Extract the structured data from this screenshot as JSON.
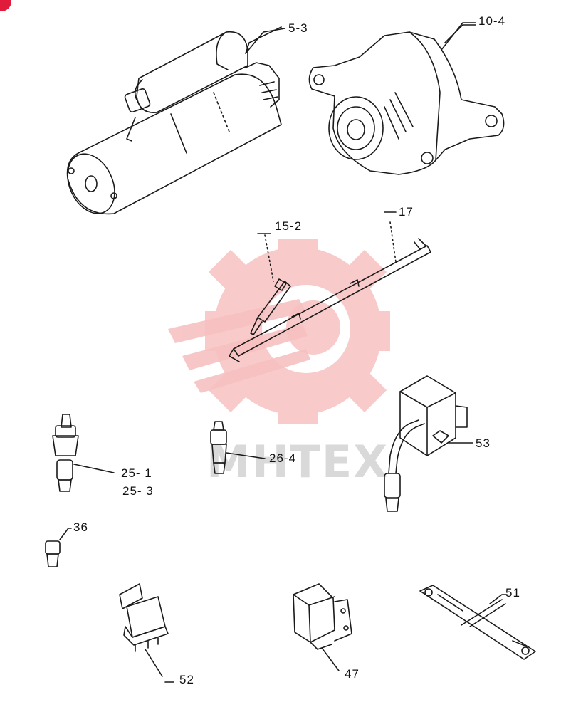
{
  "labels": {
    "p5_3": "5-3",
    "p10_4": "10-4",
    "p15_2": "15-2",
    "p17": "17",
    "p25_1": "25- 1",
    "p25_3": "25- 3",
    "p26_4": "26-4",
    "p36": "36",
    "p47": "47",
    "p51": "51",
    "p52": "52",
    "p53": "53"
  },
  "watermark": {
    "text": "MHTEX",
    "color": "#f5b8b8"
  },
  "colors": {
    "line": "#1a1a1a",
    "badge": "#e01b3c"
  }
}
